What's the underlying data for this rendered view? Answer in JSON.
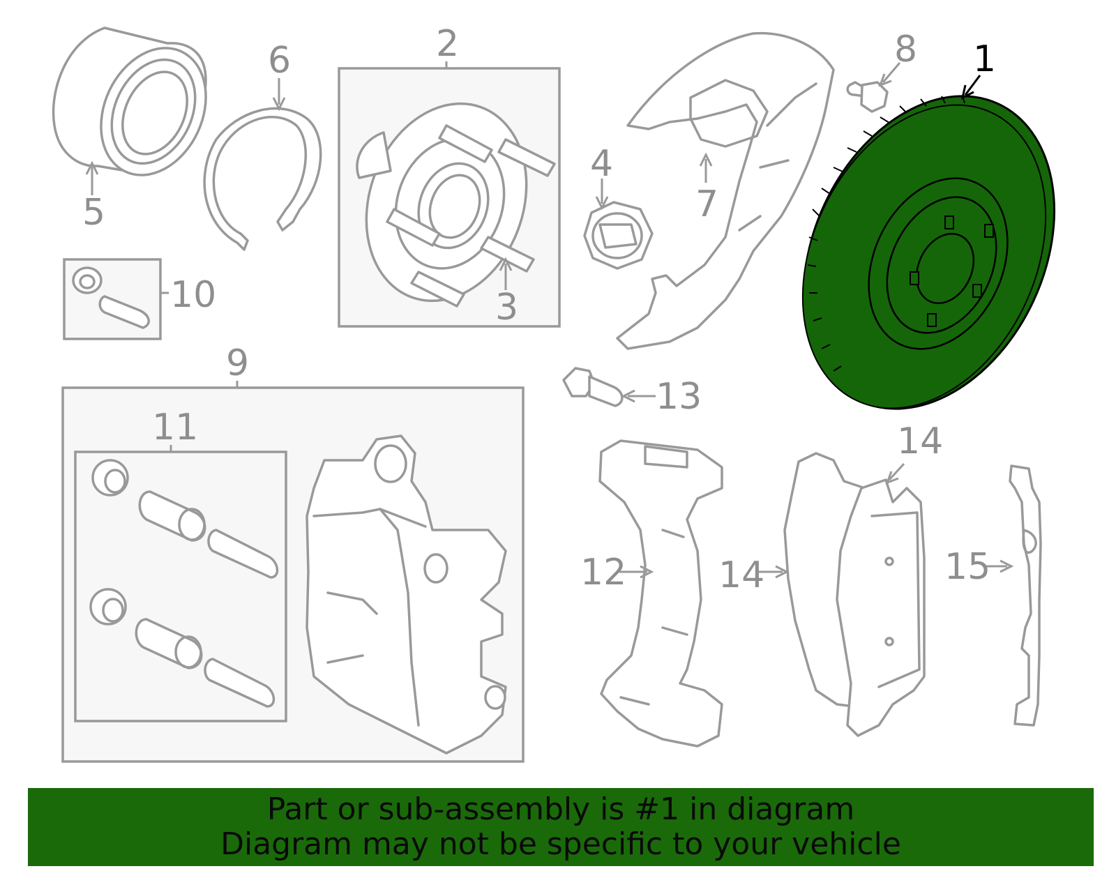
{
  "diagram": {
    "callouts": {
      "c1": "1",
      "c2": "2",
      "c3": "3",
      "c4": "4",
      "c5": "5",
      "c6": "6",
      "c7": "7",
      "c8": "8",
      "c9": "9",
      "c10": "10",
      "c11": "11",
      "c12": "12",
      "c13": "13",
      "c14a": "14",
      "c14b": "14",
      "c15": "15"
    },
    "highlighted_part": "1"
  },
  "footer": {
    "line1": "Part or sub-assembly is #1 in diagram",
    "line2": "Diagram may not be specific to your vehicle"
  },
  "colors": {
    "highlight": "#156609",
    "footer_bg": "#1a6a0a",
    "line": "#999999",
    "box_bg": "#f7f7f7"
  }
}
